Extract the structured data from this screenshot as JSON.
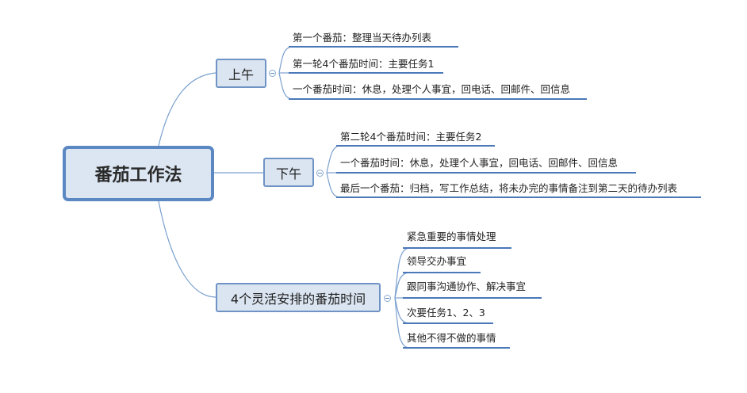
{
  "root": {
    "label": "番茄工作法"
  },
  "branches": [
    {
      "label": "上午",
      "items": [
        "第一个番茄：整理当天待办列表",
        "第一轮4个番茄时间：主要任务1",
        "一个番茄时间：休息，处理个人事宜，回电话、回邮件、回信息"
      ]
    },
    {
      "label": "下午",
      "items": [
        "第二轮4个番茄时间：主要任务2",
        "一个番茄时间：休息，处理个人事宜，回电话、回邮件、回信息",
        "最后一个番茄：归档，写工作总结，将未办完的事情备注到第二天的待办列表"
      ]
    },
    {
      "label": "4个灵活安排的番茄时间",
      "items": [
        "紧急重要的事情处理",
        "领导交办事宜",
        "跟同事沟通协作、解决事宜",
        "次要任务1、2、3",
        "其他不得不做的事情"
      ]
    }
  ],
  "colors": {
    "line": "#6f93c5",
    "underline": "#4a78b8",
    "node_fill": "#dbe5f1"
  }
}
